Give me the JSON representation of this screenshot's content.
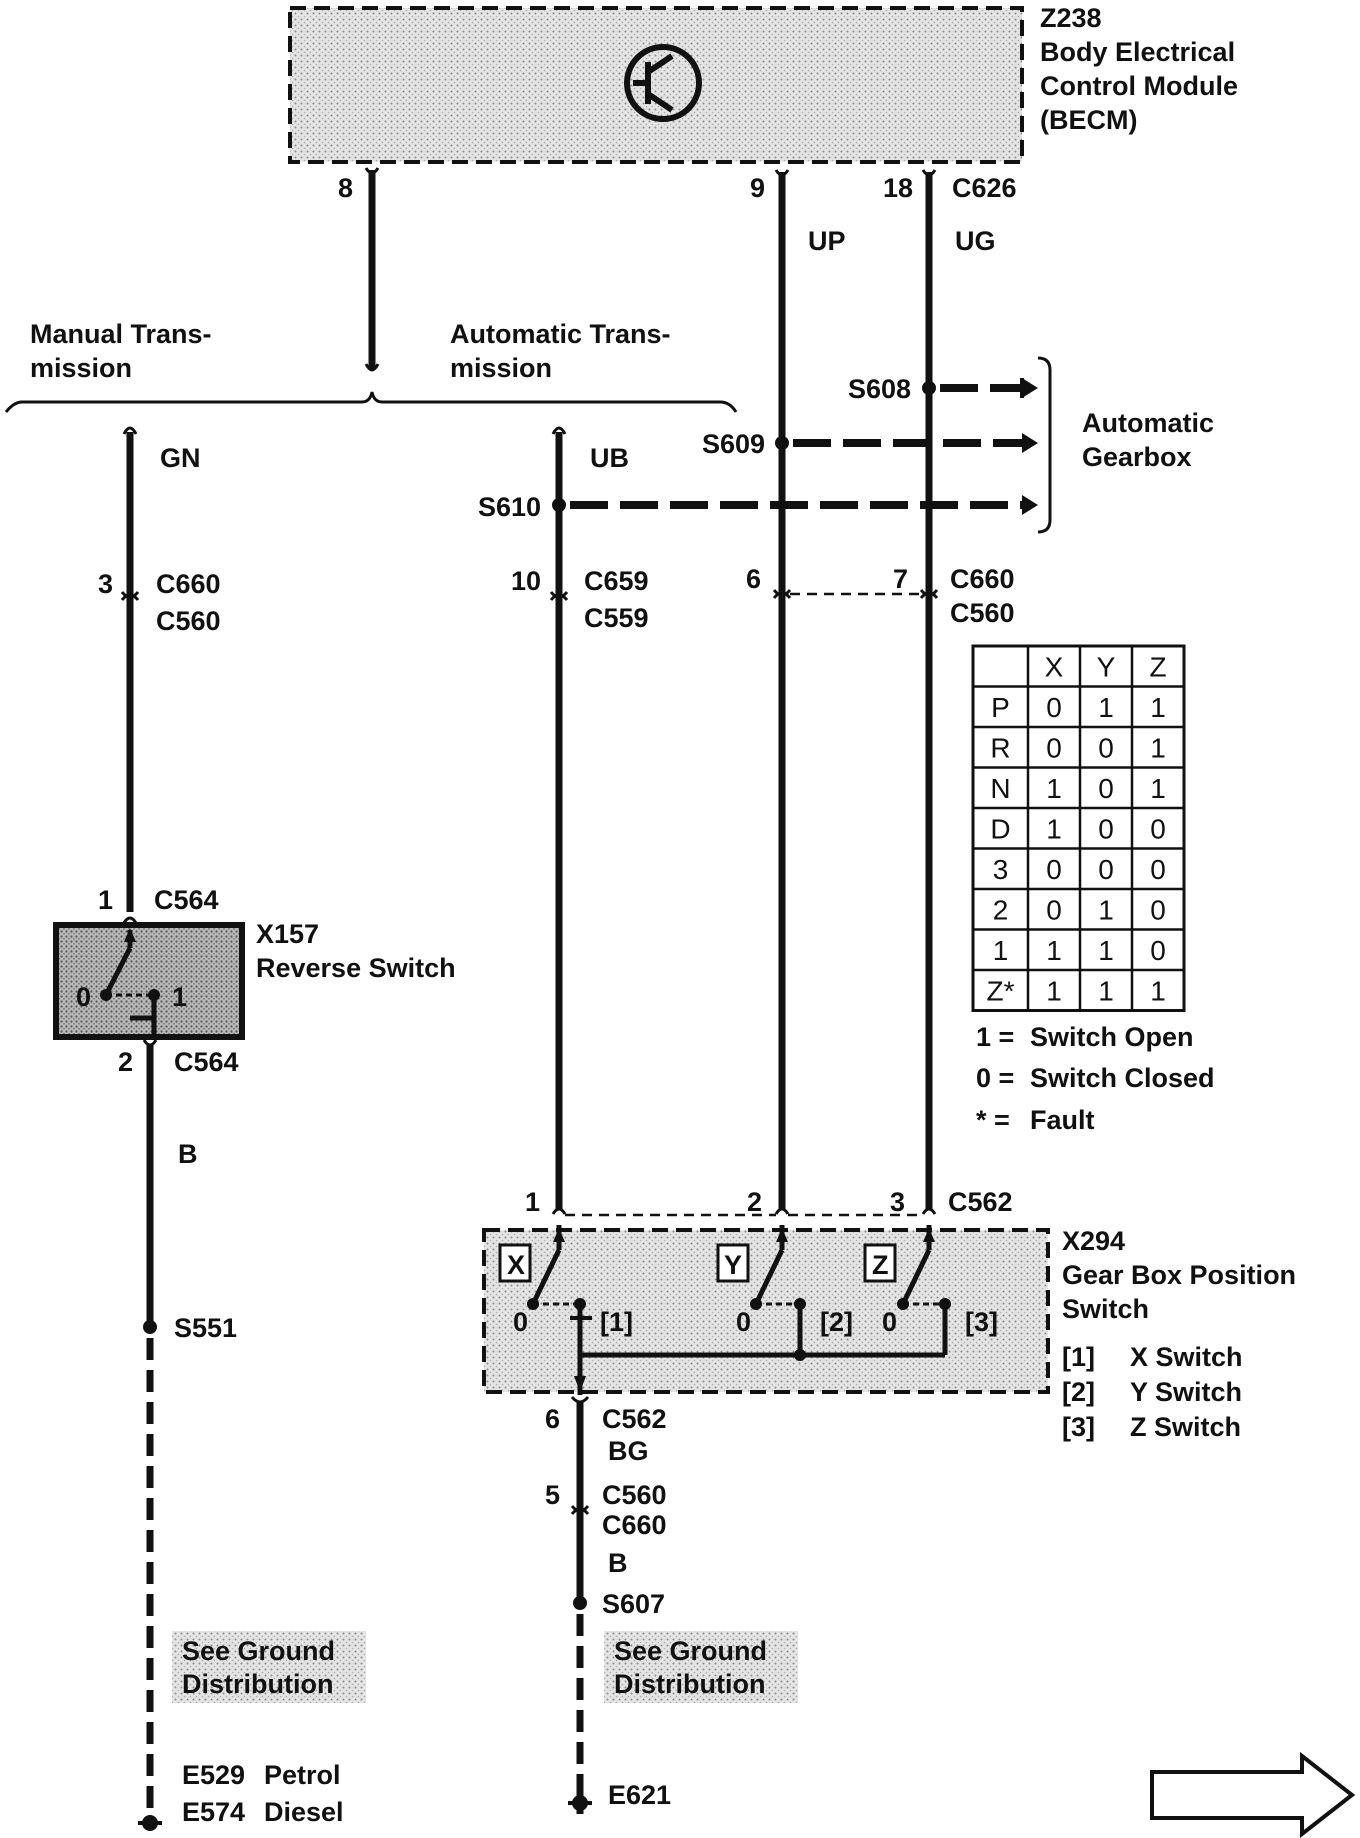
{
  "becm": {
    "id": "Z238",
    "line1": "Body Electrical",
    "line2": "Control Module",
    "line3": "(BECM)"
  },
  "becm_pins": {
    "p8": "8",
    "p9": "9",
    "p18": "18",
    "connector": "C626"
  },
  "wires": {
    "up": "UP",
    "ug": "UG",
    "gn": "GN",
    "ub": "UB",
    "b1": "B",
    "bg": "BG",
    "b2": "B"
  },
  "branch": {
    "manual_1": "Manual Trans-",
    "manual_2": "mission",
    "auto_1": "Automatic Trans-",
    "auto_2": "mission"
  },
  "splices": {
    "s608": "S608",
    "s609": "S609",
    "s610": "S610",
    "s551": "S551",
    "s607": "S607"
  },
  "gearbox": {
    "line1": "Automatic",
    "line2": "Gearbox"
  },
  "inline": {
    "pin3": "3",
    "c660a": "C660",
    "c560a": "C560",
    "pin10": "10",
    "c659": "C659",
    "c559": "C559",
    "pin6": "6",
    "pin7": "7",
    "c660b": "C660",
    "c560b": "C560"
  },
  "reverse": {
    "pin1": "1",
    "c564a": "C564",
    "id": "X157",
    "name": "Reverse Switch",
    "pos0": "0",
    "pos1": "1",
    "pin2": "2",
    "c564b": "C564"
  },
  "gbps": {
    "pin1": "1",
    "pin2": "2",
    "pin3": "3",
    "connector": "C562",
    "id": "X294",
    "name1": "Gear Box Position",
    "name2": "Switch",
    "x": "X",
    "y": "Y",
    "z": "Z",
    "zero": "0",
    "n1": "[1]",
    "n2": "[2]",
    "n3": "[3]",
    "legend": [
      {
        "num": "[1]",
        "text": "X Switch"
      },
      {
        "num": "[2]",
        "text": "Y Switch"
      },
      {
        "num": "[3]",
        "text": "Z Switch"
      }
    ]
  },
  "lower": {
    "pin6": "6",
    "c562": "C562",
    "pin5": "5",
    "c560": "C560",
    "c660": "C660"
  },
  "ground": {
    "note1": "See Ground",
    "note2": "Distribution",
    "e529": "E529",
    "petrol": "Petrol",
    "e574": "E574",
    "diesel": "Diesel",
    "e621": "E621"
  },
  "truth_table": {
    "headers": [
      "",
      "X",
      "Y",
      "Z"
    ],
    "rows": [
      [
        "P",
        "0",
        "1",
        "1"
      ],
      [
        "R",
        "0",
        "0",
        "1"
      ],
      [
        "N",
        "1",
        "0",
        "1"
      ],
      [
        "D",
        "1",
        "0",
        "0"
      ],
      [
        "3",
        "0",
        "0",
        "0"
      ],
      [
        "2",
        "0",
        "1",
        "0"
      ],
      [
        "1",
        "1",
        "1",
        "0"
      ],
      [
        "Z*",
        "1",
        "1",
        "1"
      ]
    ]
  },
  "key": {
    "one": "1 =",
    "one_text": "Switch Open",
    "zero": "0 =",
    "zero_text": "Switch Closed",
    "star": "* =",
    "star_text": "Fault"
  }
}
